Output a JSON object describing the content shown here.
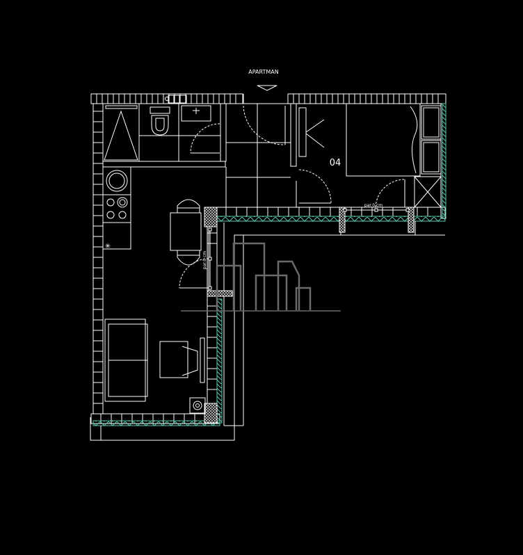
{
  "plan": {
    "entrance_label": "APARTMAN",
    "room_number": "04",
    "dim_label_horizontal": "par.0 cm",
    "dim_label_vertical": "par.0 cm",
    "colors": {
      "background": "#000000",
      "lines": "#ffffff",
      "glazing": "#5ec8b2",
      "hatch": "#9a9a9a",
      "watermark": "#6a6a6a"
    }
  }
}
